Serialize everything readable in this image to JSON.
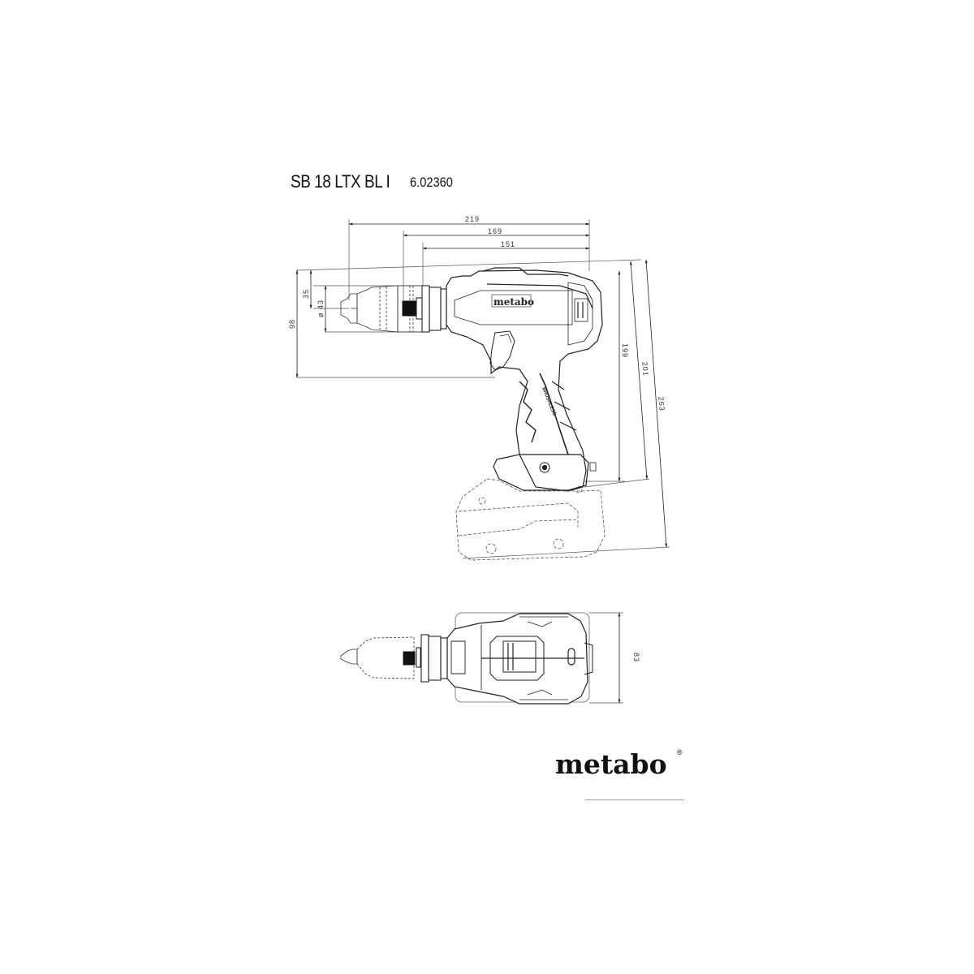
{
  "header": {
    "model": "SB 18 LTX BL I",
    "part_number": "6.02360"
  },
  "side_view": {
    "horizontal_dimensions": [
      {
        "label": "219",
        "description": "overall length"
      },
      {
        "label": "169",
        "description": "length from chuck collar"
      },
      {
        "label": "151",
        "description": "length from gear housing"
      }
    ],
    "vertical_dimensions_left": [
      {
        "label": "35",
        "description": "top to spindle axis"
      },
      {
        "label": "ø 43",
        "description": "chuck diameter"
      },
      {
        "label": "98",
        "description": "top to handle front"
      }
    ],
    "vertical_dimensions_right": [
      {
        "label": "199",
        "description": "height without battery"
      },
      {
        "label": "201",
        "description": "height to battery mount"
      },
      {
        "label": "263",
        "description": "overall height with battery"
      }
    ],
    "housing_logo": "metabo"
  },
  "top_view": {
    "width_dimension": {
      "label": "83",
      "description": "overall width"
    }
  },
  "footer": {
    "brand": "metabo",
    "registered_mark": "®"
  }
}
